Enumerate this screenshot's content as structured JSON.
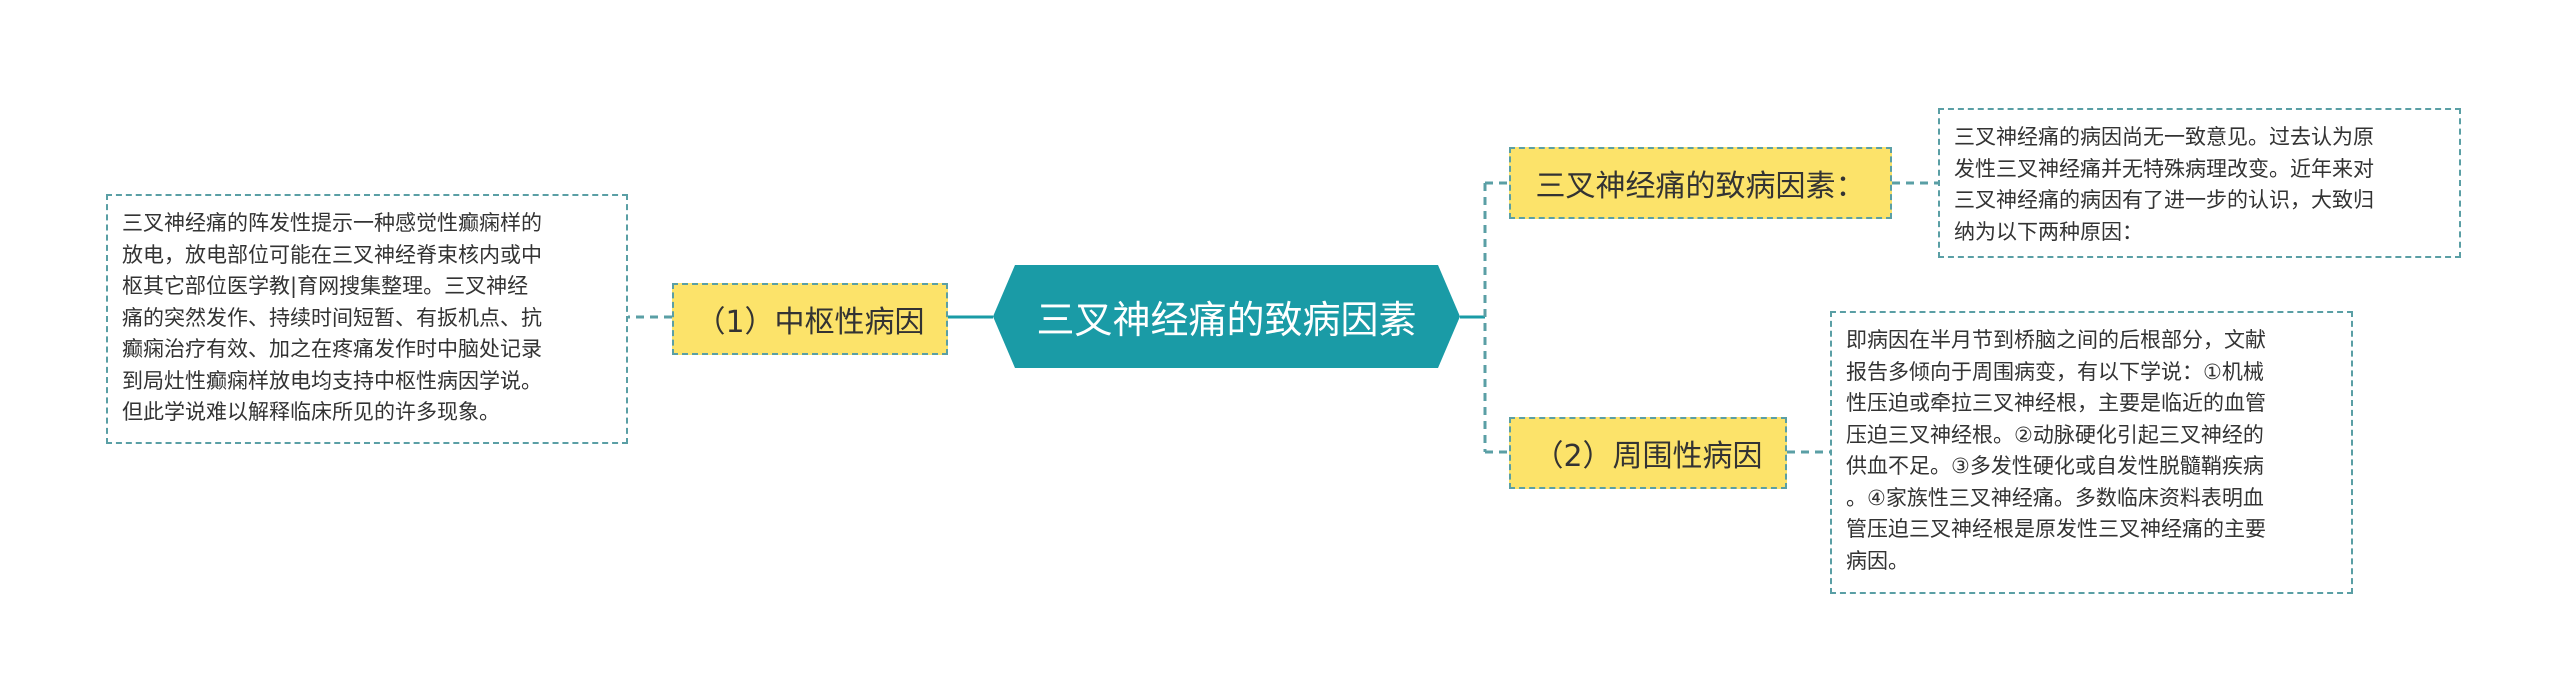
{
  "central": {
    "title": "三叉神经痛的致病因素"
  },
  "branches": {
    "left": {
      "label": "（1）中枢性病因",
      "detail": "三叉神经痛的阵发性提示一种感觉性癫痫样的\n放电，放电部位可能在三叉神经脊束核内或中\n枢其它部位医学教|育网搜集整理。三叉神经\n痛的突然发作、持续时间短暂、有扳机点、抗\n癫痫治疗有效、加之在疼痛发作时中脑处记录\n到局灶性癫痫样放电均支持中枢性病因学说。\n但此学说难以解释临床所见的许多现象。"
    },
    "right_top": {
      "label": "三叉神经痛的致病因素：",
      "detail": "三叉神经痛的病因尚无一致意见。过去认为原\n发性三叉神经痛并无特殊病理改变。近年来对\n三叉神经痛的病因有了进一步的认识，大致归\n纳为以下两种原因："
    },
    "right_bottom": {
      "label": "（2）周围性病因",
      "detail": "即病因在半月节到桥脑之间的后根部分，文献\n报告多倾向于周围病变，有以下学说：①机械\n性压迫或牵拉三叉神经根，主要是临近的血管\n压迫三叉神经根。②动脉硬化引起三叉神经的\n供血不足。③多发性硬化或自发性脱髓鞘疾病\n。④家族性三叉神经痛。多数临床资料表明血\n管压迫三叉神经根是原发性三叉神经痛的主要\n病因。"
    }
  },
  "colors": {
    "central_fill": "#1a9ba6",
    "branch_fill": "#fce36a",
    "border": "#5a9fa5",
    "text": "#333333"
  }
}
